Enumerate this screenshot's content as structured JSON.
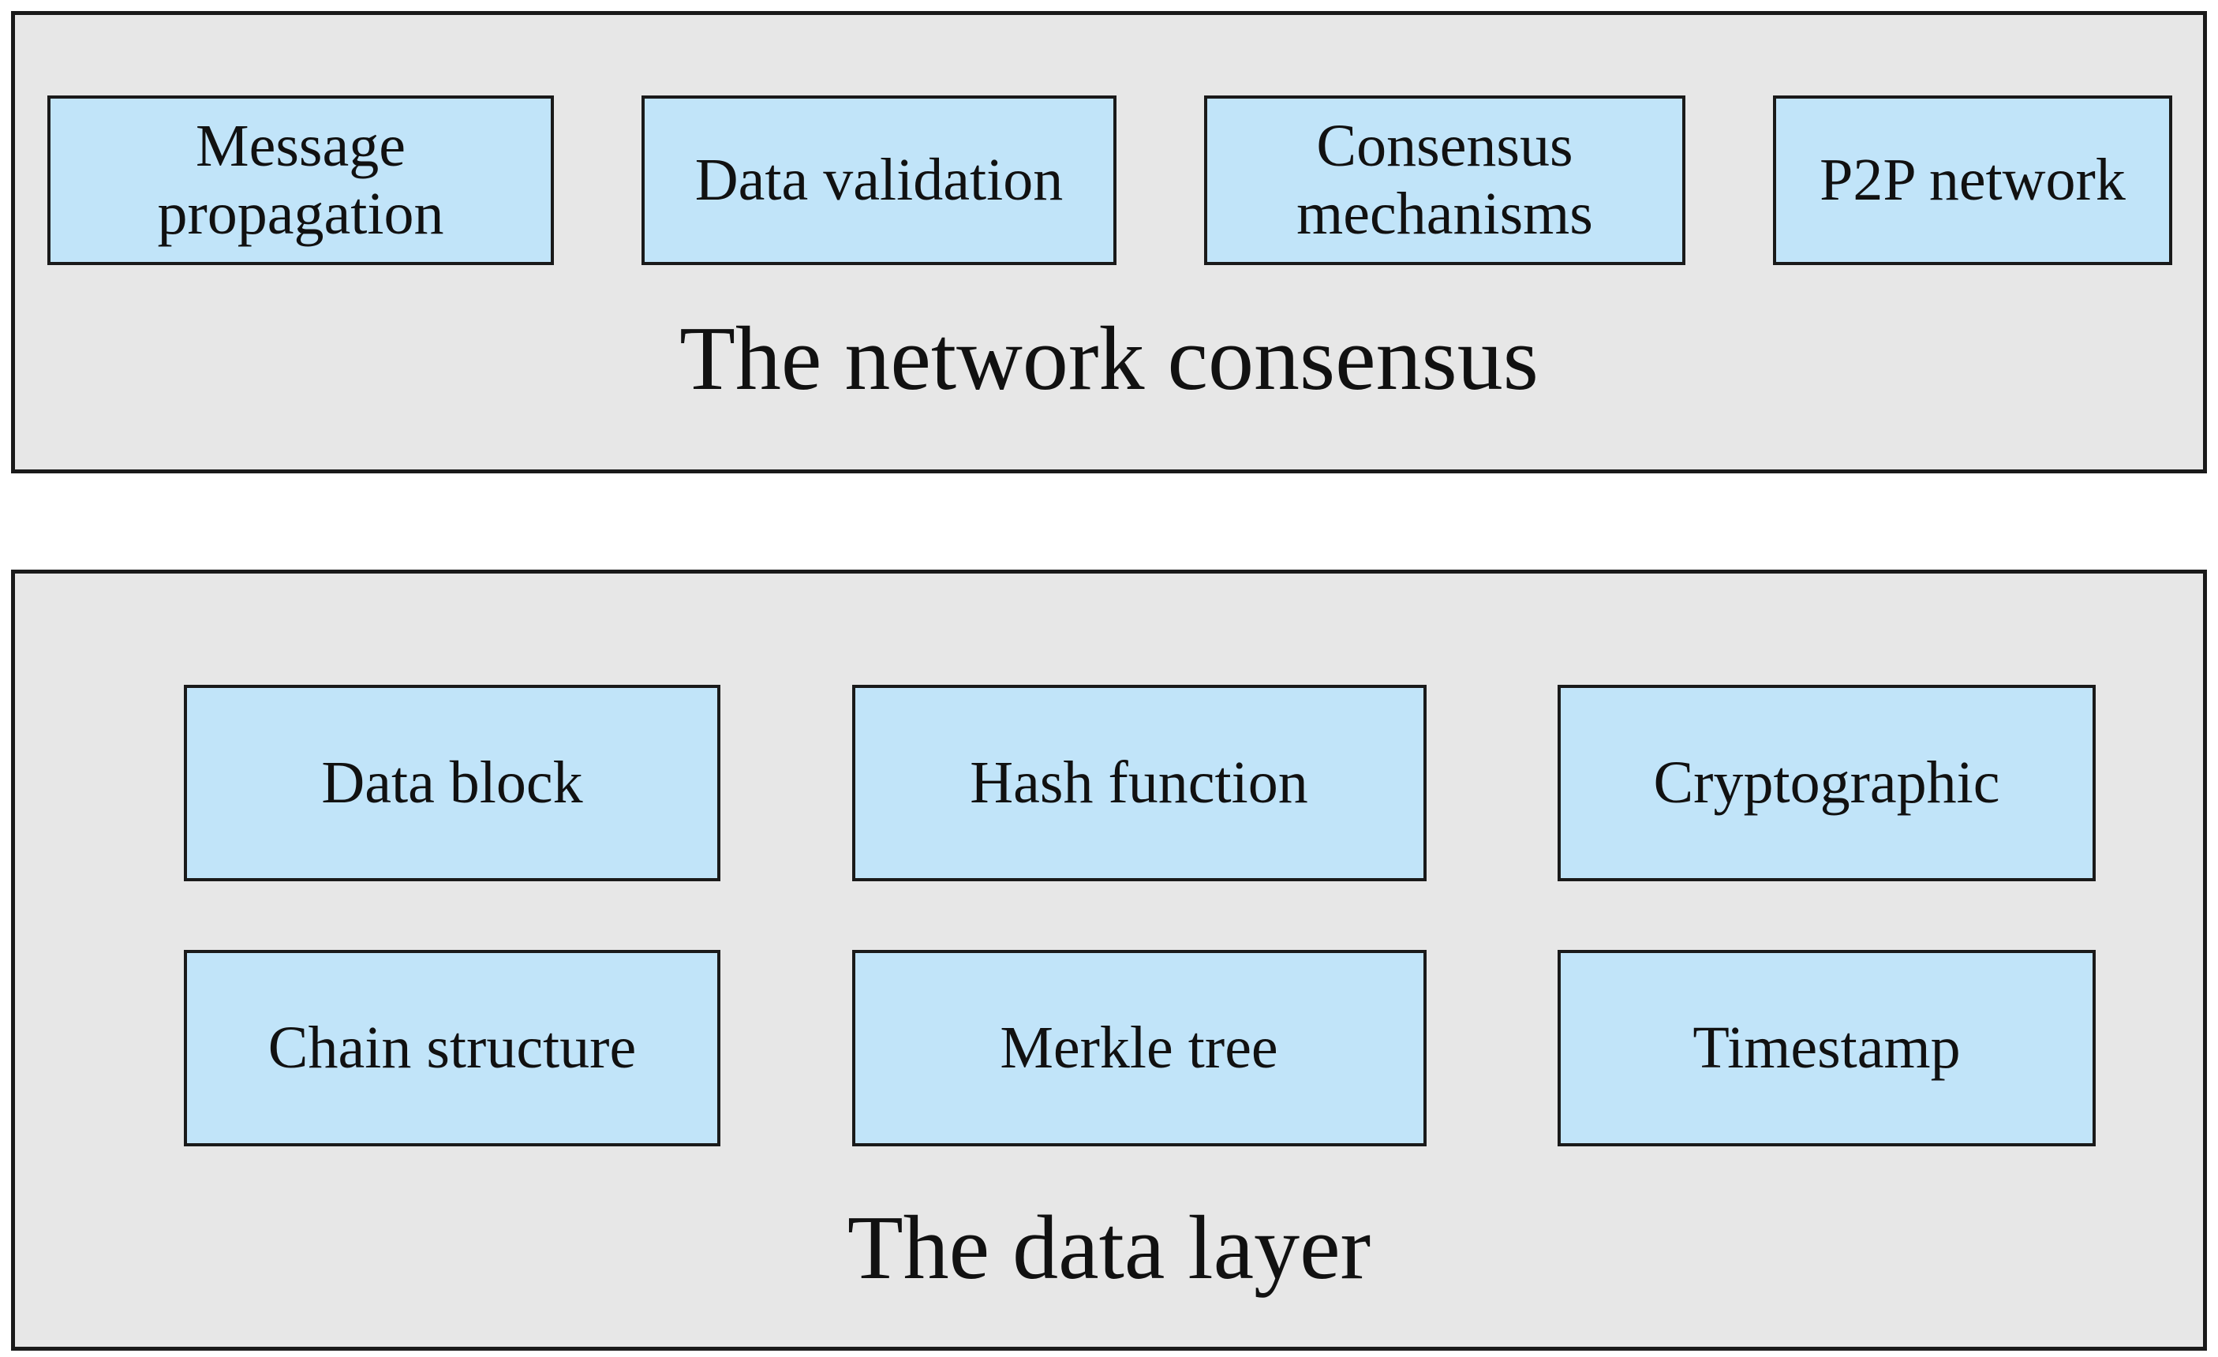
{
  "diagram": {
    "colors": {
      "panel_fill": "#e7e7e7",
      "box_fill": "#c1e4f9",
      "border": "#1a1a1a",
      "text": "#111111"
    },
    "network_layer": {
      "title": "The network consensus",
      "boxes": [
        "Message propagation",
        "Data validation",
        "Consensus mechanisms",
        "P2P network"
      ]
    },
    "data_layer": {
      "title": "The data layer",
      "boxes": [
        "Data block",
        "Hash function",
        "Cryptographic",
        "Chain structure",
        "Merkle tree",
        "Timestamp"
      ]
    }
  }
}
